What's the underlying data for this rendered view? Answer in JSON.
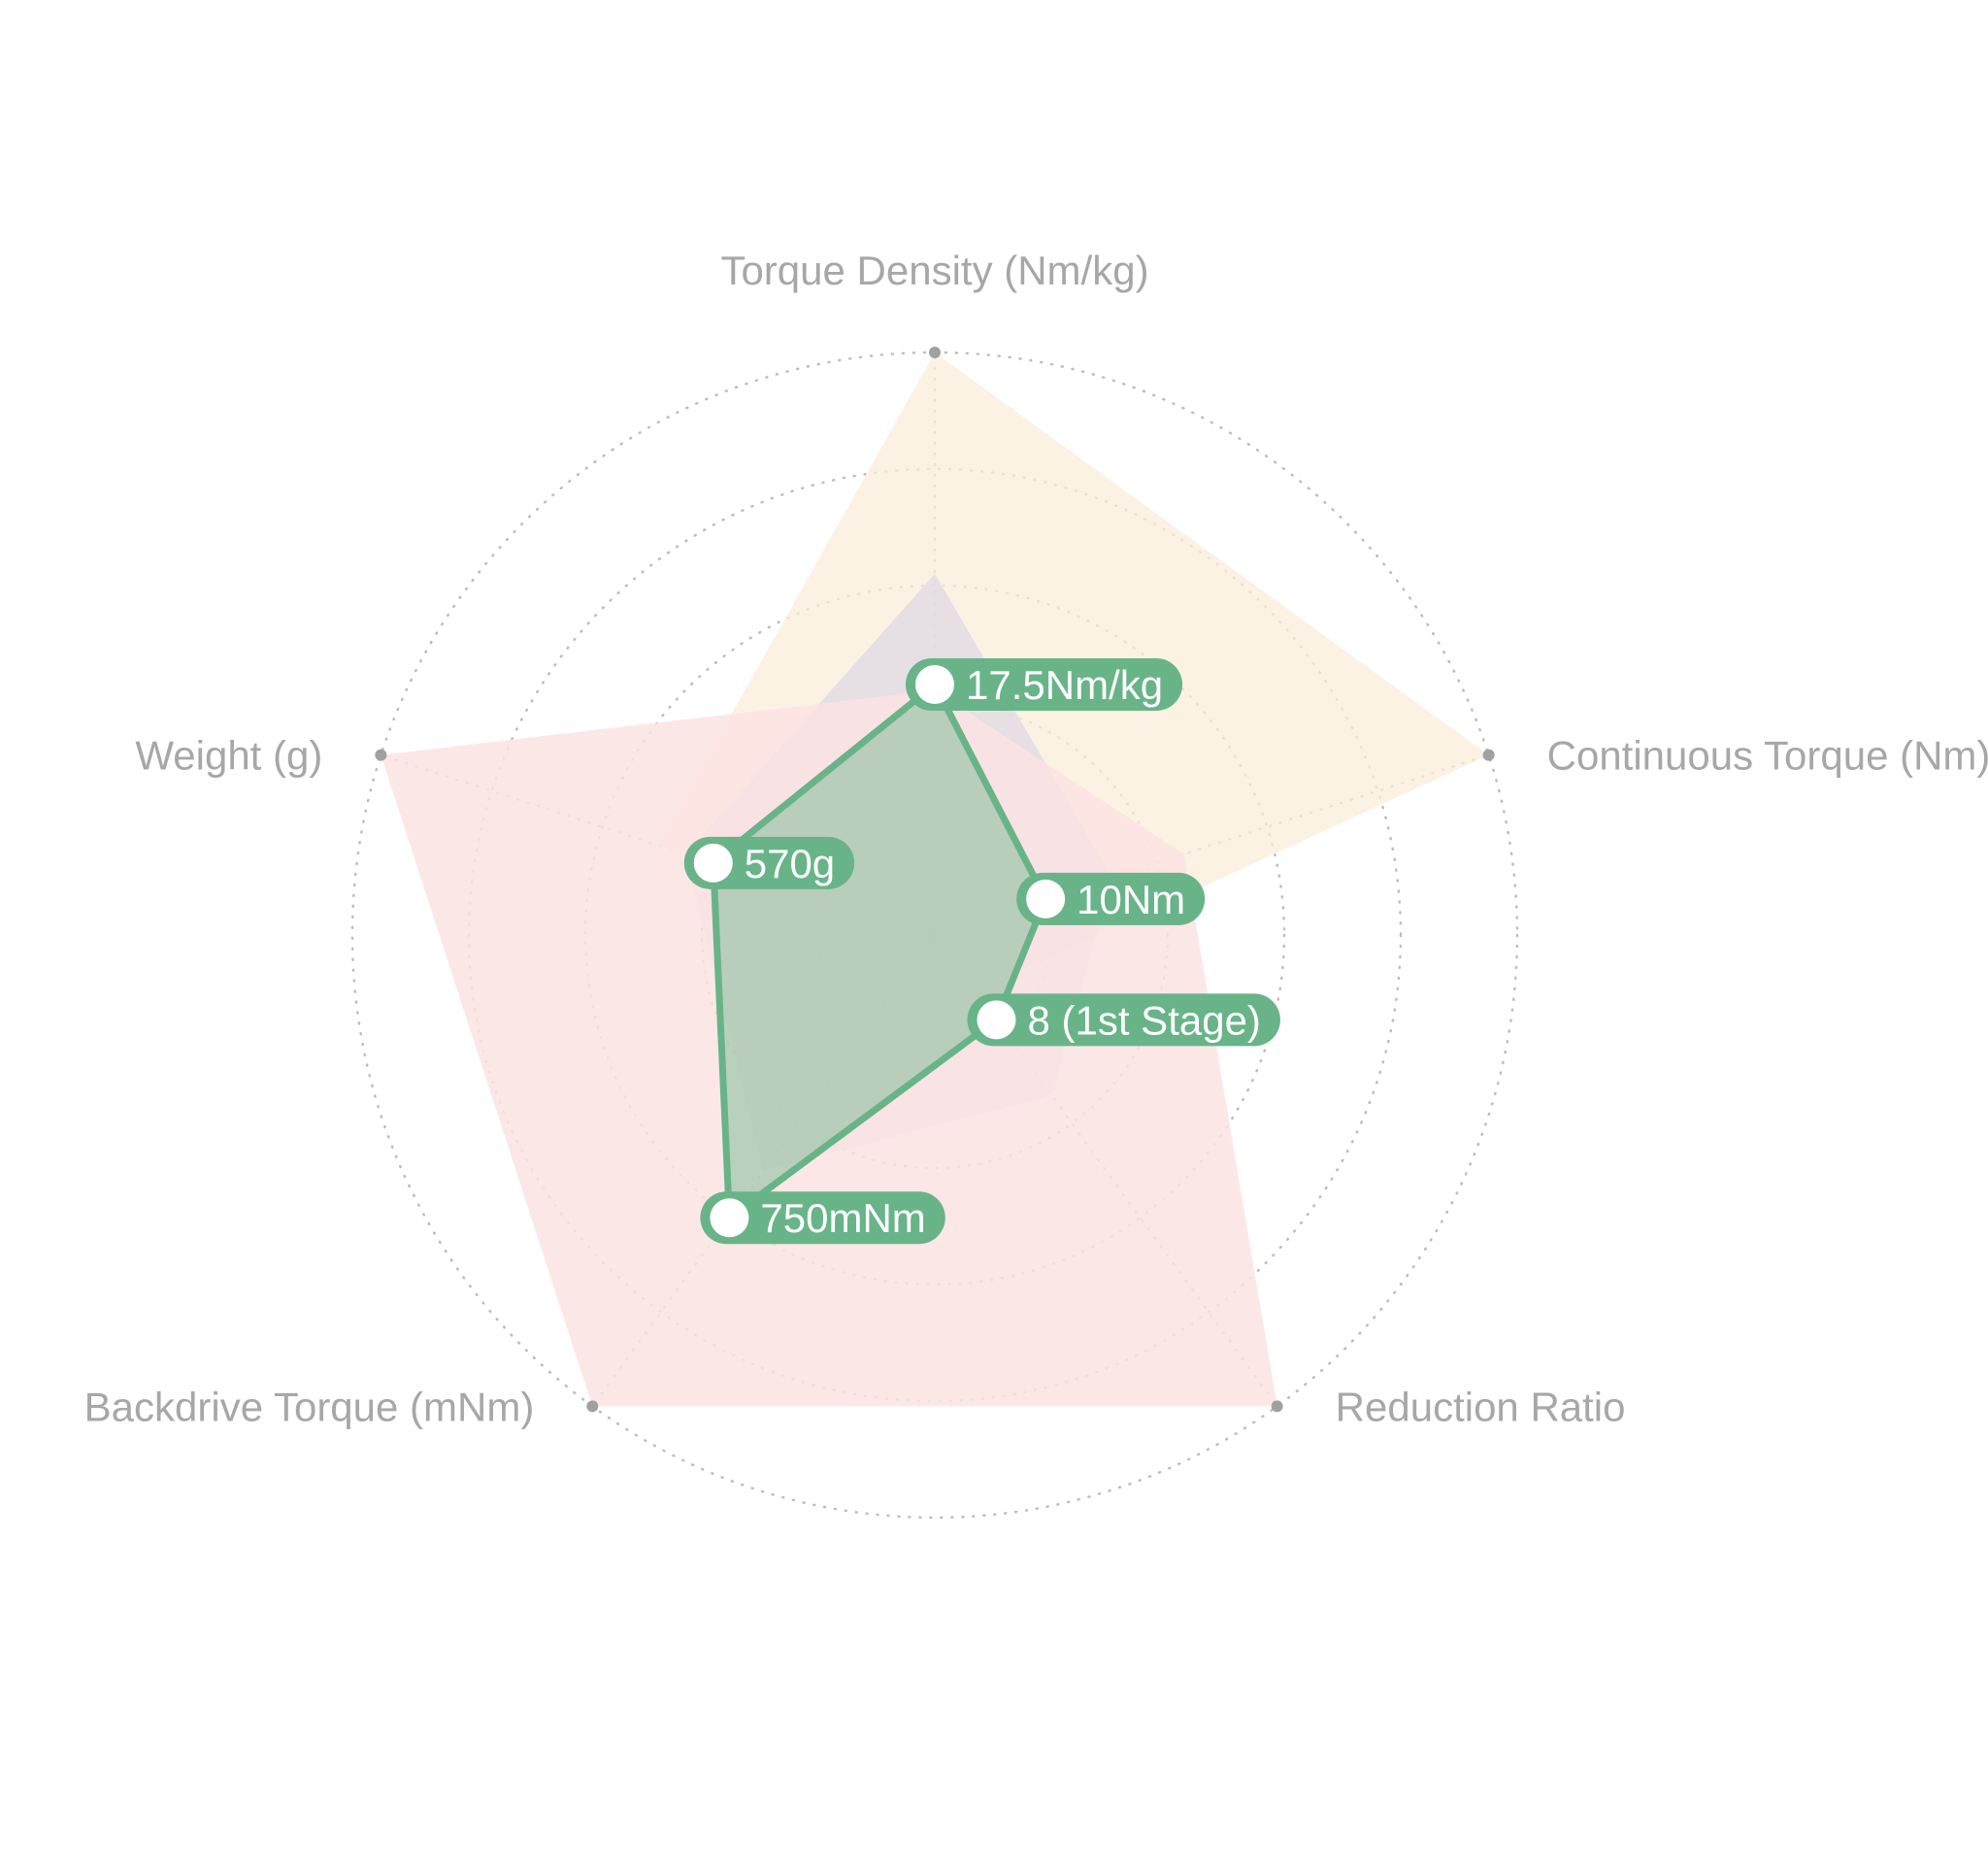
{
  "chart_data": {
    "type": "radar",
    "axes": [
      "Torque Density (Nm/kg)",
      "Continuous Torque (Nm)",
      "Reduction Ratio",
      "Backdrive Torque (mNm)",
      "Weight (g)"
    ],
    "rings": 5,
    "grid": true,
    "scale_max": 1.0,
    "series": [
      {
        "color": "#fbeedb",
        "opacity": 0.75,
        "values": [
          1.0,
          1.0,
          0.12,
          0.07,
          0.5
        ]
      },
      {
        "color": "#dfd8e3",
        "opacity": 0.75,
        "values": [
          0.62,
          0.32,
          0.34,
          0.5,
          0.45
        ]
      },
      {
        "color": "#fbe3e3",
        "opacity": 0.85,
        "values": [
          0.42,
          0.45,
          1.0,
          1.0,
          1.0
        ]
      },
      {
        "color": "#68b488",
        "opacity": 0.45,
        "values": [
          0.43,
          0.2,
          0.18,
          0.6,
          0.4
        ],
        "labels": [
          "17.5Nm/kg",
          "10Nm",
          "8 (1st Stage)",
          "750mNm",
          "570g"
        ]
      }
    ]
  }
}
